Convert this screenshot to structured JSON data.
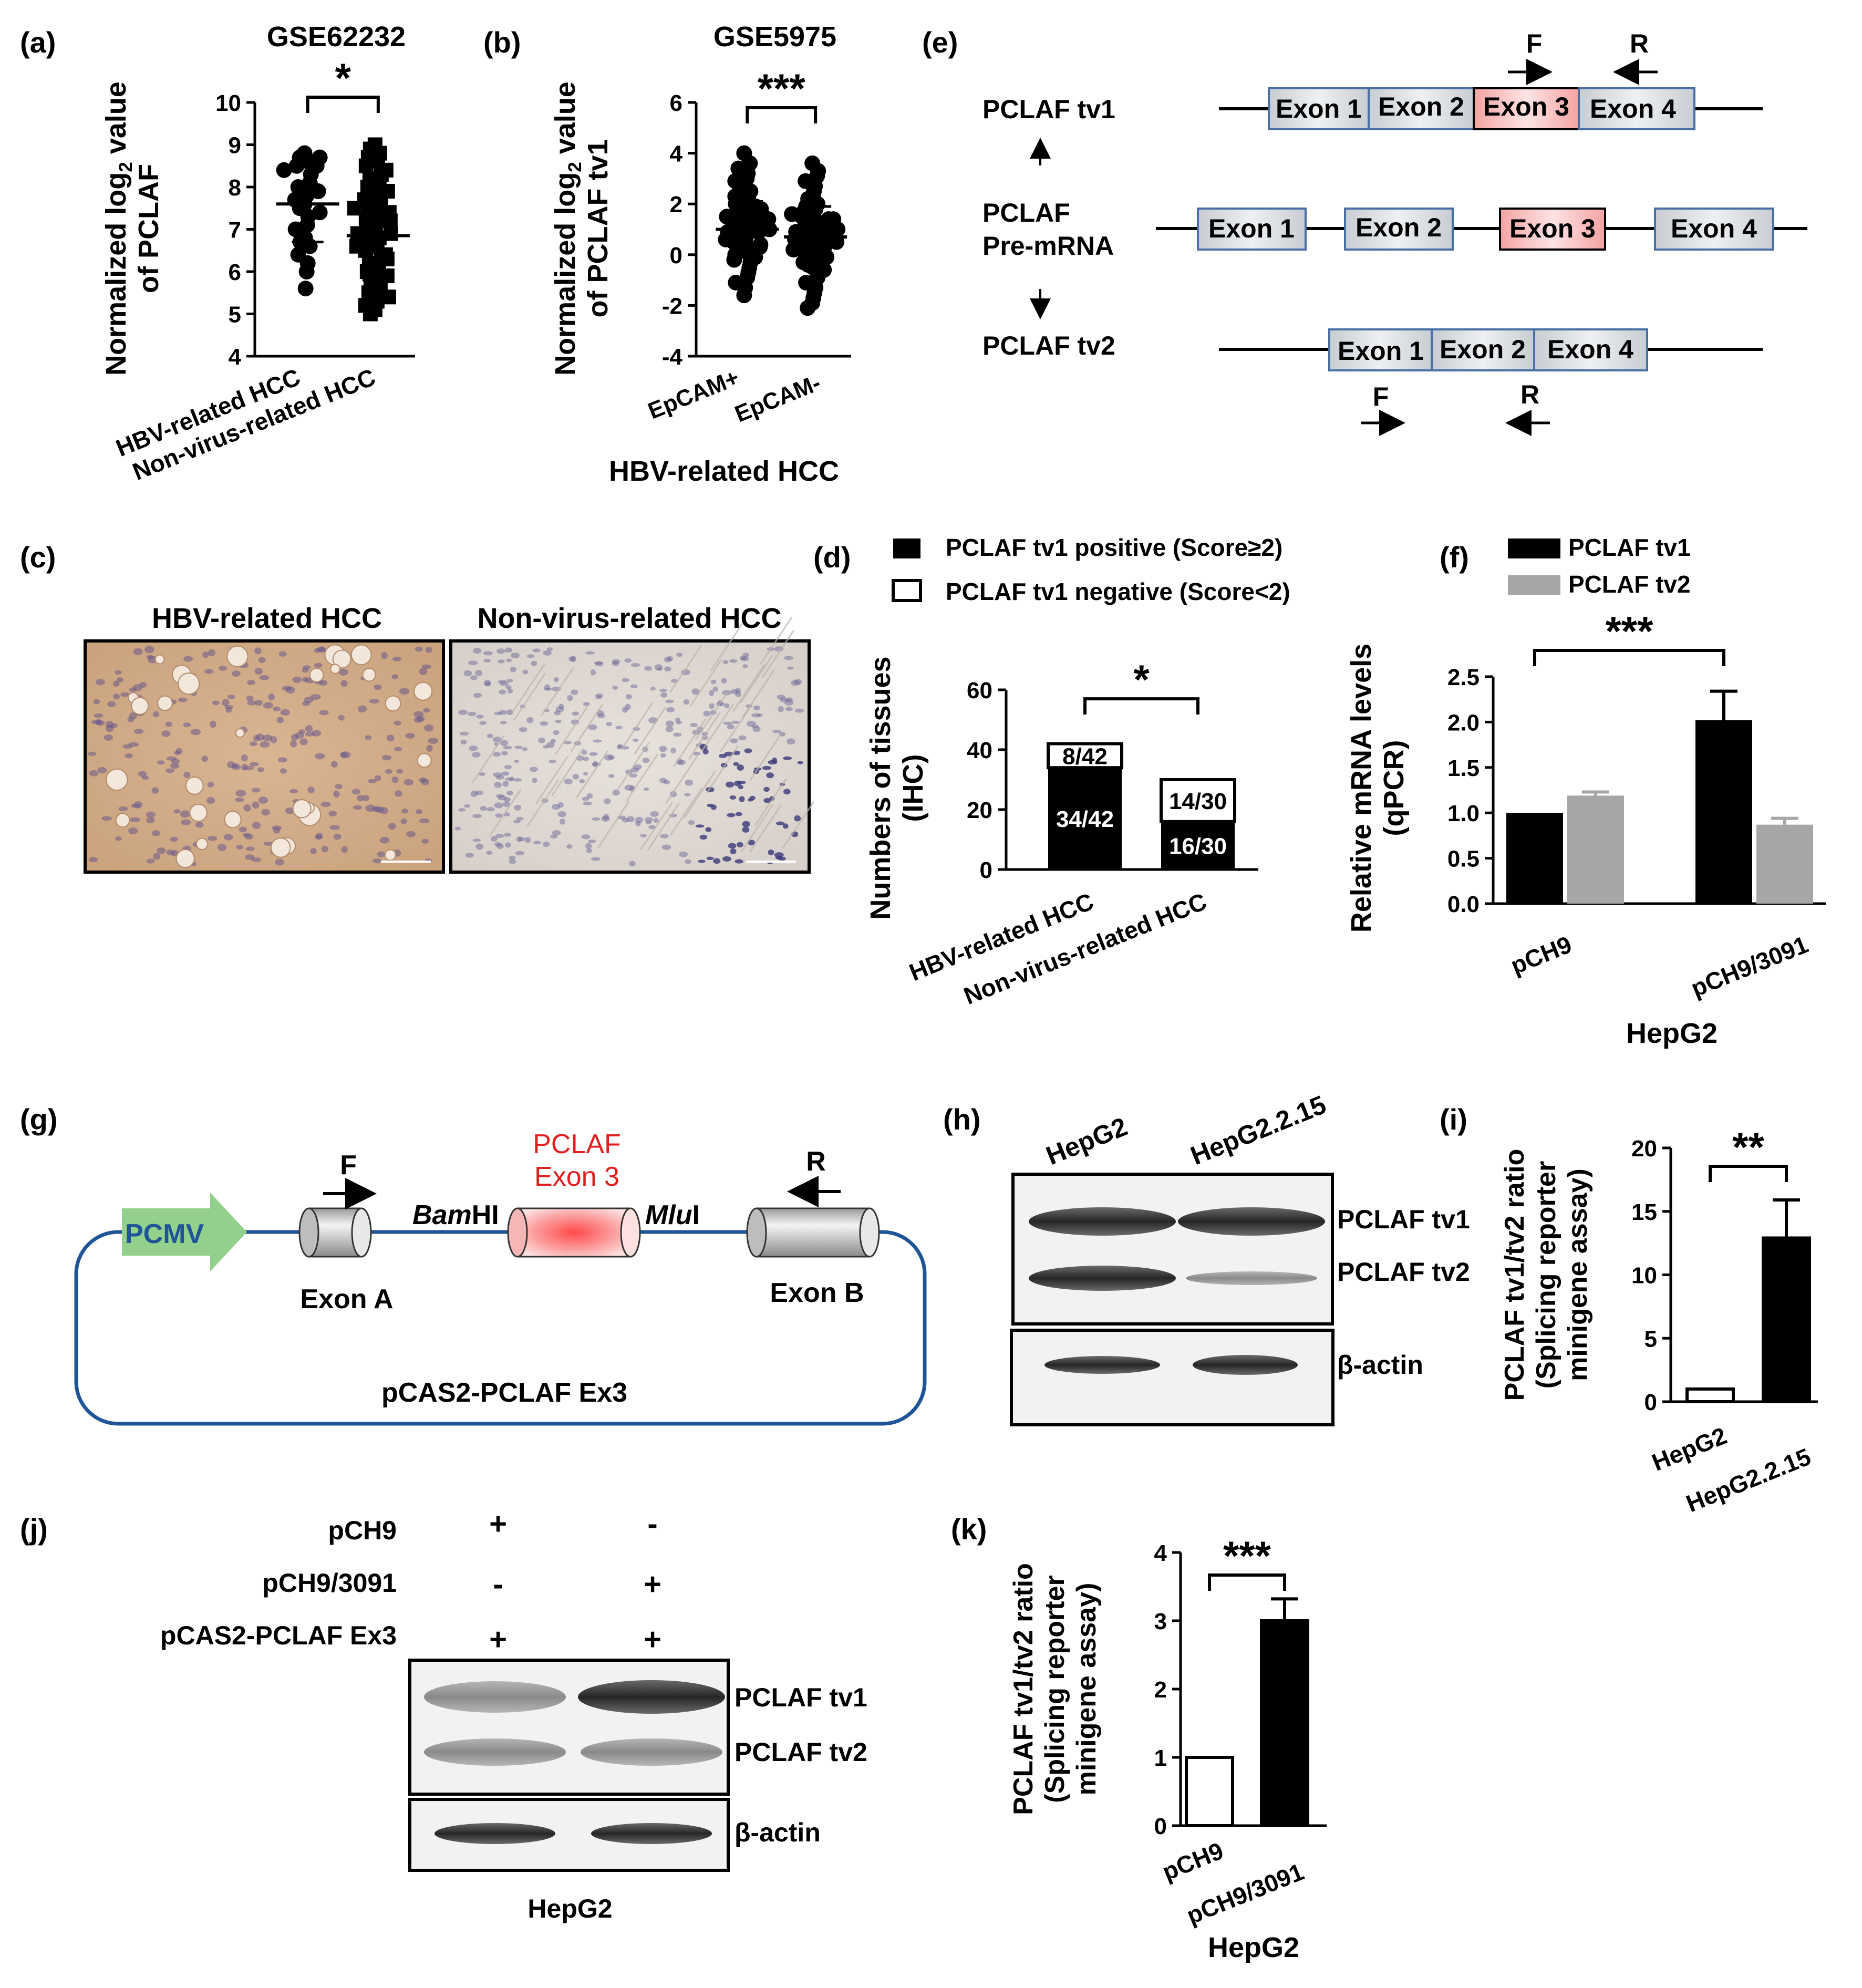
{
  "chart_data": [
    {
      "panel": "a",
      "type": "scatter",
      "title": "GSE62232",
      "ylabel_line1": "Normalized log",
      "ylabel_sub": "2",
      "ylabel_line1_end": " value",
      "ylabel_line2": "of PCLAF",
      "categories": [
        "HBV-related HCC",
        "Non-virus-related HCC"
      ],
      "ylim": [
        4,
        10
      ],
      "yticks": [
        4,
        5,
        6,
        7,
        8,
        9,
        10
      ],
      "series": [
        {
          "values": [
            8.8,
            8.7,
            8.7,
            8.6,
            8.5,
            8.5,
            8.4,
            8.3,
            8.1,
            8.0,
            7.9,
            7.8,
            7.7,
            7.6,
            7.5,
            7.4,
            7.3,
            7.1,
            7.0,
            6.8,
            6.7,
            6.6,
            6.4,
            6.2,
            6.0,
            5.6
          ]
        },
        {
          "values": [
            9.0,
            8.9,
            8.8,
            8.7,
            8.6,
            8.5,
            8.4,
            8.3,
            8.2,
            8.1,
            8.0,
            7.9,
            7.8,
            7.7,
            7.6,
            7.5,
            7.4,
            7.3,
            7.2,
            7.1,
            7.0,
            6.9,
            6.8,
            6.7,
            6.6,
            6.5,
            6.4,
            6.3,
            6.2,
            6.1,
            6.0,
            5.9,
            5.8,
            5.7,
            5.6,
            5.5,
            5.4,
            5.3,
            5.2,
            5.1,
            5.0,
            7.2,
            6.9,
            6.6,
            6.3,
            7.5
          ]
        }
      ],
      "means": [
        7.6,
        6.85
      ],
      "sd": [
        0.9,
        1.05
      ],
      "significance": "*"
    },
    {
      "panel": "b",
      "type": "scatter",
      "title": "GSE5975",
      "ylabel_line1": "Normalized log",
      "ylabel_sub": "2",
      "ylabel_line1_end": " value",
      "ylabel_line2": "of PCLAF tv1",
      "categories": [
        "EpCAM+",
        "EpCAM-"
      ],
      "xlabel": "HBV-related HCC",
      "ylim": [
        -4,
        6
      ],
      "yticks": [
        -4,
        -2,
        0,
        2,
        4,
        6
      ],
      "series": [
        {
          "values": [
            4.0,
            3.6,
            3.4,
            3.2,
            3.0,
            2.9,
            2.7,
            2.5,
            2.4,
            2.2,
            2.1,
            2.0,
            1.9,
            1.8,
            1.7,
            1.6,
            1.5,
            1.4,
            1.3,
            1.2,
            1.1,
            1.0,
            0.9,
            0.8,
            0.7,
            0.6,
            0.5,
            0.4,
            0.3,
            0.2,
            0.1,
            0.0,
            -0.1,
            -0.3,
            -0.5,
            -0.7,
            -0.9,
            -1.1,
            -1.3,
            -1.6,
            1.2,
            0.9,
            1.5,
            0.6,
            2.3,
            -0.2,
            1.8,
            0.3,
            1.0,
            1.4
          ]
        },
        {
          "values": [
            3.6,
            3.3,
            3.1,
            2.9,
            2.7,
            2.5,
            2.3,
            2.2,
            2.0,
            1.9,
            1.8,
            1.7,
            1.6,
            1.5,
            1.4,
            1.3,
            1.2,
            1.1,
            1.0,
            0.9,
            0.8,
            0.7,
            0.6,
            0.5,
            0.4,
            0.3,
            0.2,
            0.1,
            0.0,
            -0.1,
            -0.2,
            -0.3,
            -0.5,
            -0.7,
            -0.9,
            -1.1,
            -1.3,
            -1.5,
            -1.7,
            -1.9,
            -2.1,
            0.9,
            0.6,
            1.2,
            0.3,
            1.6,
            -0.4,
            0.8,
            1.0,
            0.5,
            0.2,
            -0.6,
            1.4,
            0.7
          ]
        }
      ],
      "means": [
        1.0,
        0.7
      ],
      "sd": [
        1.1,
        1.2
      ],
      "significance": "***"
    },
    {
      "panel": "d",
      "type": "bar",
      "ylabel_line1": "Numbers of tissues",
      "ylabel_line2": "(IHC)",
      "categories": [
        "HBV-related HCC",
        "Non-virus-related HCC"
      ],
      "ylim": [
        0,
        60
      ],
      "yticks": [
        0,
        20,
        40,
        60
      ],
      "series": [
        {
          "name": "PCLAF tv1 positive (Score≥2)",
          "values": [
            34,
            16
          ],
          "labels": [
            "34/42",
            "16/30"
          ]
        },
        {
          "name": "PCLAF tv1 negative (Score<2)",
          "values": [
            8,
            14
          ],
          "labels": [
            "8/42",
            "14/30"
          ]
        }
      ],
      "significance": "*"
    },
    {
      "panel": "f",
      "type": "bar",
      "ylabel_line1": "Relative mRNA levels",
      "ylabel_line2": "(qPCR)",
      "categories": [
        "pCH9",
        "pCH9/3091"
      ],
      "xlabel": "HepG2",
      "ylim": [
        0,
        2.5
      ],
      "yticks": [
        "0.0",
        "0.5",
        "1.0",
        "1.5",
        "2.0",
        "2.5"
      ],
      "series": [
        {
          "name": "PCLAF tv1",
          "values": [
            1.0,
            2.02
          ],
          "err": [
            0,
            0.32
          ]
        },
        {
          "name": "PCLAF tv2",
          "values": [
            1.19,
            0.87
          ],
          "err": [
            0.04,
            0.07
          ]
        }
      ],
      "significance": "***"
    },
    {
      "panel": "i",
      "type": "bar",
      "ylabel_line1": "PCLAF tv1/tv2 ratio",
      "ylabel_line2": "(Splicing reporter",
      "ylabel_line3": "minigene assay)",
      "categories": [
        "HepG2",
        "HepG2.2.15"
      ],
      "ylim": [
        0,
        20
      ],
      "yticks": [
        0,
        5,
        10,
        15,
        20
      ],
      "series": [
        {
          "values": [
            1,
            12.9
          ],
          "err": [
            0,
            3.0
          ]
        }
      ],
      "significance": "**"
    },
    {
      "panel": "k",
      "type": "bar",
      "ylabel_line1": "PCLAF tv1/tv2 ratio",
      "ylabel_line2": "(Splicing reporter",
      "ylabel_line3": "minigene assay)",
      "categories": [
        "pCH9",
        "pCH9/3091"
      ],
      "xlabel": "HepG2",
      "ylim": [
        0,
        4
      ],
      "yticks": [
        0,
        1,
        2,
        3,
        4
      ],
      "series": [
        {
          "values": [
            1,
            3.0
          ],
          "err": [
            0,
            0.32
          ]
        }
      ],
      "significance": "***"
    }
  ],
  "panel_labels": {
    "a": "(a)",
    "b": "(b)",
    "c": "(c)",
    "d": "(d)",
    "e": "(e)",
    "f": "(f)",
    "g": "(g)",
    "h": "(h)",
    "i": "(i)",
    "j": "(j)",
    "k": "(k)"
  },
  "panel_c": {
    "left_title": "HBV-related HCC",
    "right_title": "Non-virus-related HCC"
  },
  "panel_e": {
    "tv1": "PCLAF tv1",
    "pre_line1": "PCLAF",
    "pre_line2": "Pre-mRNA",
    "tv2": "PCLAF tv2",
    "exon1": "Exon 1",
    "exon2": "Exon 2",
    "exon3": "Exon 3",
    "exon4": "Exon 4",
    "primer_f": "F",
    "primer_r": "R"
  },
  "panel_g": {
    "promoter": "PCMV",
    "exon_a": "Exon A",
    "exon_b": "Exon B",
    "insert_line1": "PCLAF",
    "insert_line2": "Exon 3",
    "site1_italic": "Bam",
    "site1_rest": "HI",
    "site2_italic": "Mlu",
    "site2_rest": "I",
    "plasmid": "pCAS2-PCLAF Ex3",
    "primer_f": "F",
    "primer_r": "R"
  },
  "panel_h": {
    "lane1": "HepG2",
    "lane2": "HepG2.2.15",
    "band1": "PCLAF tv1",
    "band2": "PCLAF tv2",
    "band3": "β-actin"
  },
  "panel_j": {
    "row1": "pCH9",
    "row2": "pCH9/3091",
    "row3": "pCAS2-PCLAF Ex3",
    "row1_signs": [
      "+",
      "-"
    ],
    "row2_signs": [
      "-",
      "+"
    ],
    "row3_signs": [
      "+",
      "+"
    ],
    "band1": "PCLAF tv1",
    "band2": "PCLAF tv2",
    "band3": "β-actin",
    "cell": "HepG2"
  },
  "colors": {
    "black": "#000000",
    "gray": "#a6a6a6",
    "exon": "#d9dde3",
    "exon_red": "#f7b6b6",
    "promoter": "#92d08c",
    "plasmid": "#1f5597",
    "red_text": "#e02020"
  }
}
